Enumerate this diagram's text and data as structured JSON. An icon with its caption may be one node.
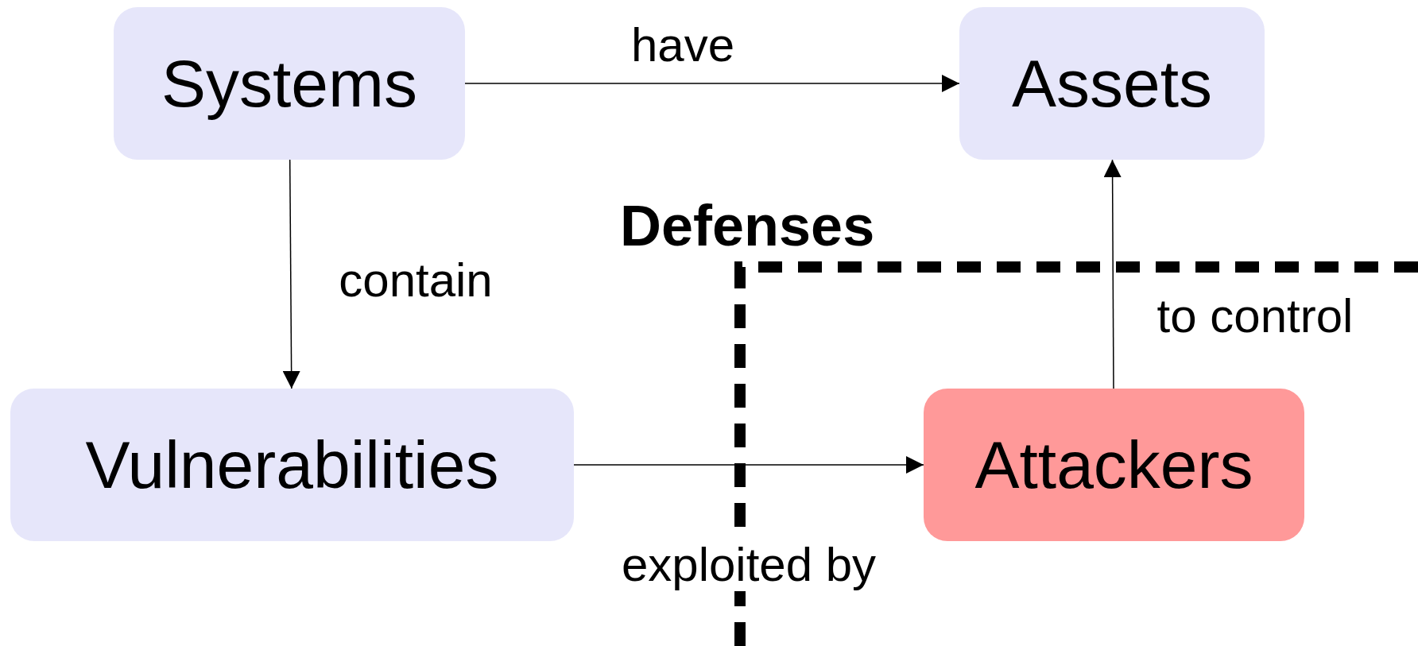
{
  "diagram": {
    "nodes": [
      {
        "text": [
          "Systems"
        ]
      },
      {
        "text": [
          "Assets"
        ]
      },
      {
        "text": [
          "Vulnerabilities"
        ]
      },
      {
        "text": [
          "Attackers"
        ]
      }
    ],
    "edges": [
      {
        "from": 0,
        "to": 1,
        "arrow": "to",
        "label": "have"
      },
      {
        "from": 0,
        "to": 2,
        "arrow": "to",
        "label": "contain"
      },
      {
        "from": 2,
        "to": 3,
        "arrow": "to",
        "label": "exploited by"
      },
      {
        "from": 3,
        "to": 1,
        "arrow": "to",
        "label": "to control"
      }
    ],
    "labels": [
      "Defenses"
    ]
  }
}
